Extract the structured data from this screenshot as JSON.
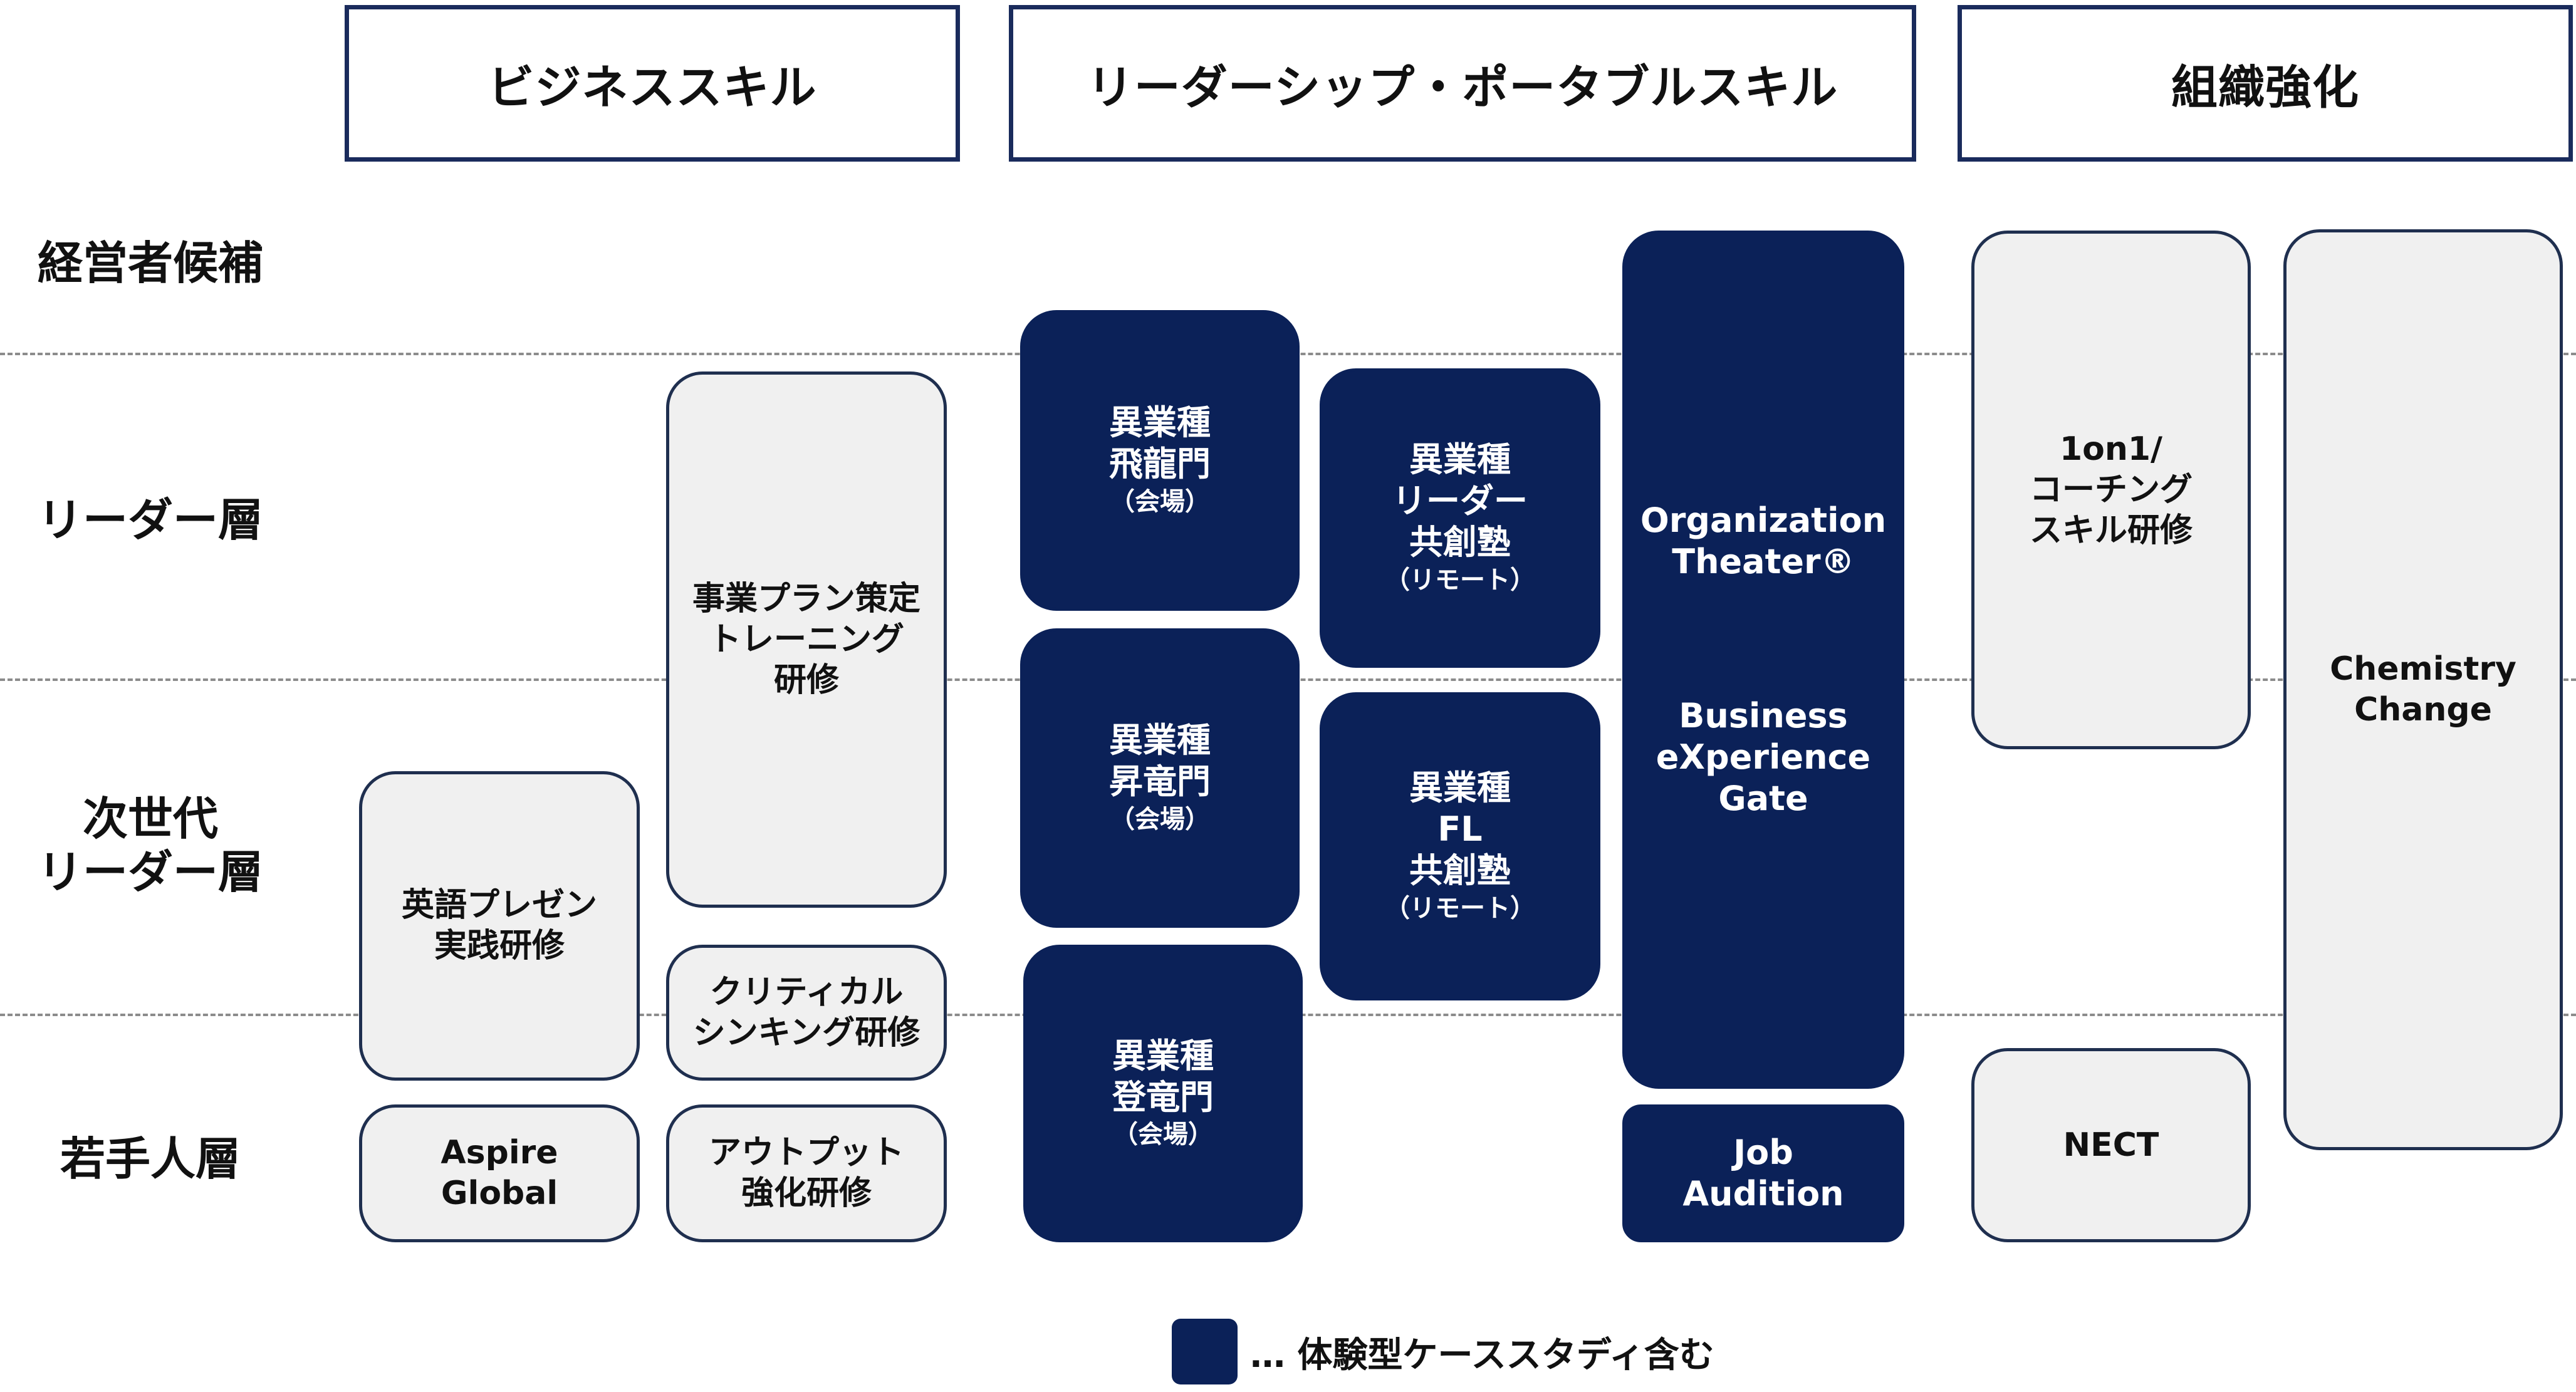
{
  "headers": {
    "business": "ビジネススキル",
    "leadership": "リーダーシップ・ポータブルスキル",
    "organization": "組織強化"
  },
  "rows": {
    "executive": "経営者候補",
    "leader": "リーダー層",
    "next_gen_1": "次世代",
    "next_gen_2": "リーダー層",
    "young": "若手人層"
  },
  "programs": {
    "jigyo": [
      "事業プラン策定",
      "トレーニング",
      "研修"
    ],
    "eigo": [
      "英語プレゼン",
      "実践研修"
    ],
    "critical": [
      "クリティカル",
      "シンキング研修"
    ],
    "aspire": [
      "Aspire",
      "Global"
    ],
    "output": [
      "アウトプット",
      "強化研修"
    ],
    "hiryumon": [
      "異業種",
      "飛龍門",
      "（会場）"
    ],
    "shoryumon": [
      "異業種",
      "昇竜門",
      "（会場）"
    ],
    "toryumon": [
      "異業種",
      "登竜門",
      "（会場）"
    ],
    "leader_kyoso": [
      "異業種",
      "リーダー",
      "共創塾",
      "（リモート）"
    ],
    "fl_kyoso": [
      "異業種",
      "FL",
      "共創塾",
      "（リモート）"
    ],
    "org_theater": [
      "Organization",
      "Theater®"
    ],
    "bxg": [
      "Business",
      "eXperience",
      "Gate"
    ],
    "job_audition": [
      "Job",
      "Audition"
    ],
    "coaching": [
      "1on1/",
      "コーチング",
      "スキル研修"
    ],
    "chemistry": [
      "Chemistry",
      "Change"
    ],
    "nect": "NECT"
  },
  "legend": {
    "text": "… 体験型ケーススタディ含む"
  },
  "colors": {
    "dark_box": "#0b2158",
    "light_box": "#f0f0f0",
    "header_border": "#1a2b5c"
  }
}
